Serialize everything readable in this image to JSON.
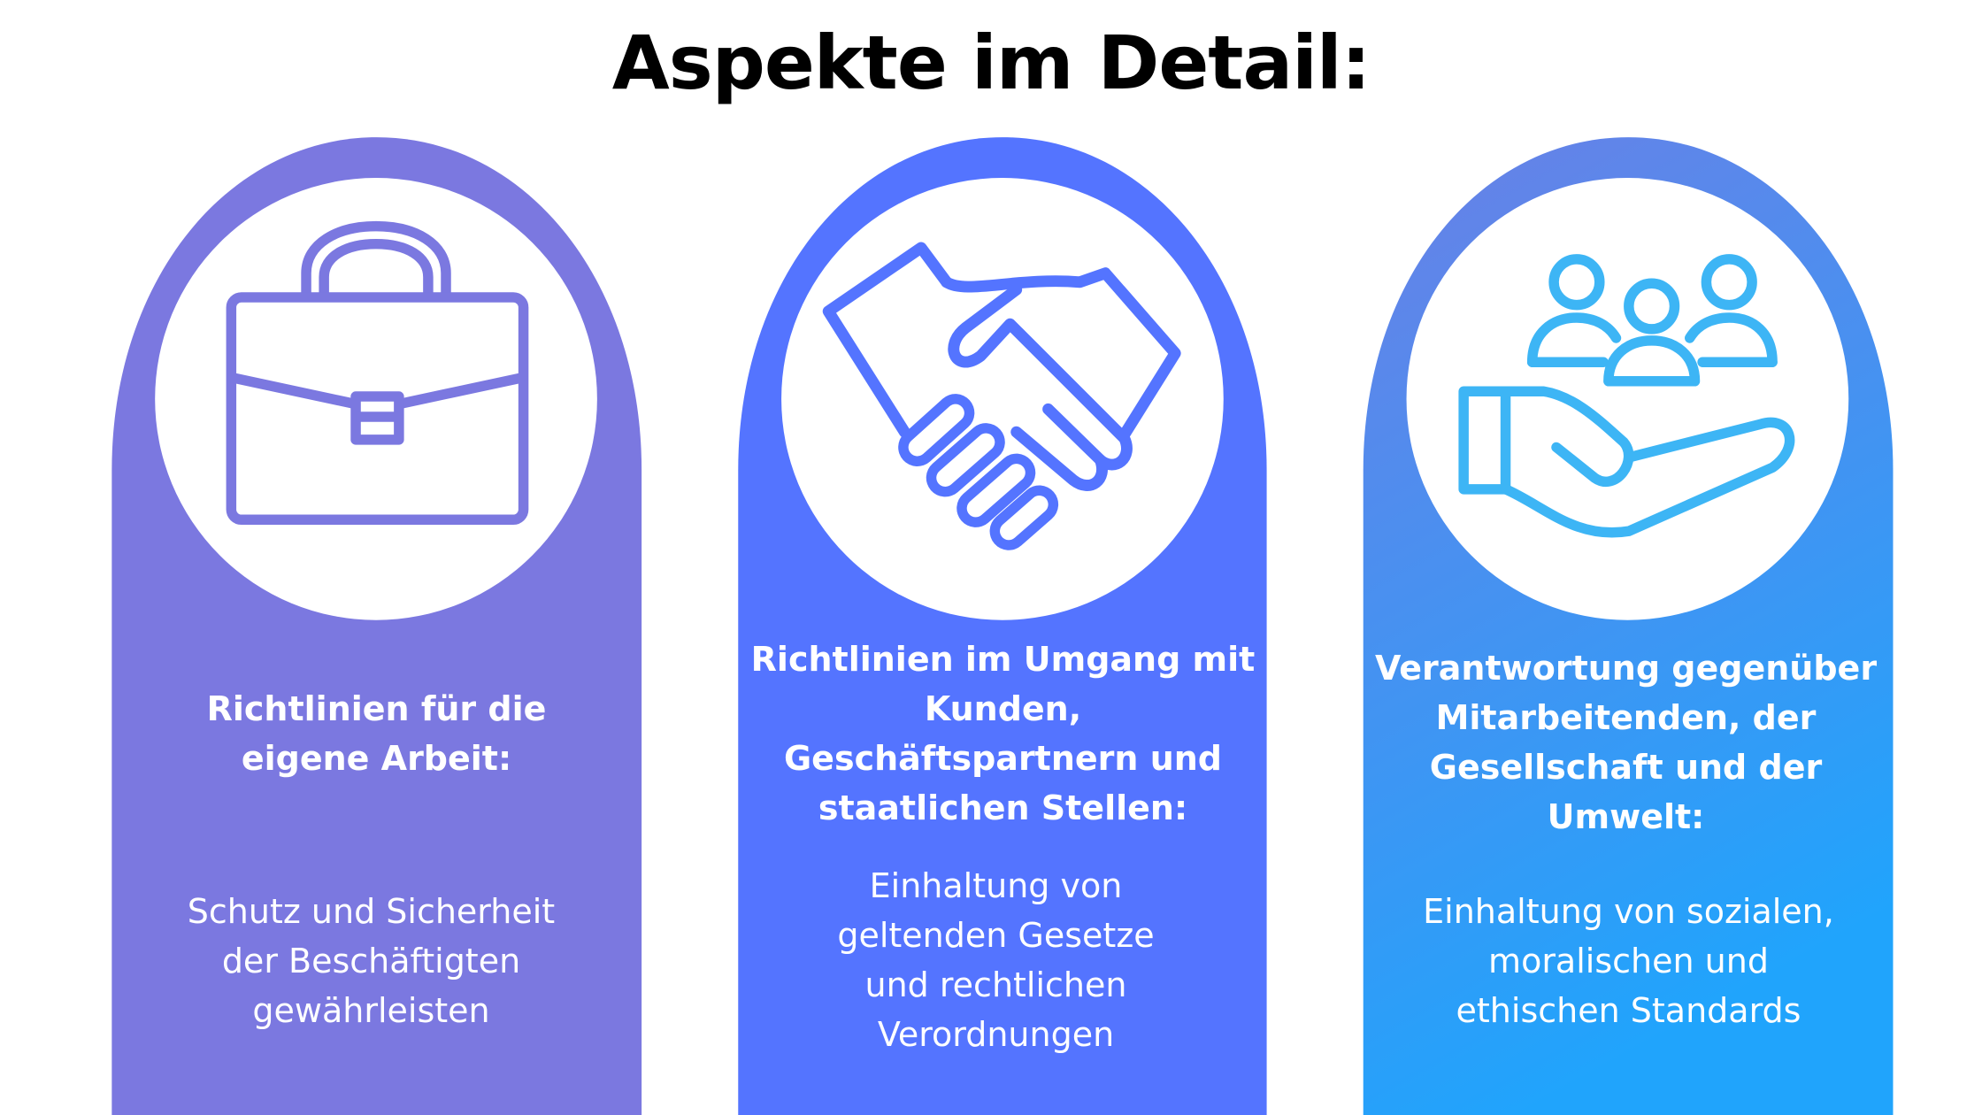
{
  "title": "Aspekte im Detail:",
  "colors": {
    "card1": "#7B78E0",
    "card2": "#5474FF",
    "card3_top": "#6A80E6",
    "card3_bottom": "#20A4FC",
    "icon3": "#3DB5F5"
  },
  "cards": [
    {
      "icon": "briefcase-icon",
      "heading": [
        "Richtlinien für die",
        "eigene Arbeit:"
      ],
      "body": [
        "Schutz und Sicherheit",
        "der Beschäftigten",
        "gewährleisten"
      ]
    },
    {
      "icon": "handshake-icon",
      "heading": [
        "Richtlinien im Umgang mit",
        "Kunden,",
        "Geschäftspartnern und",
        "staatlichen Stellen:"
      ],
      "body": [
        "Einhaltung von",
        "geltenden Gesetze",
        "und rechtlichen",
        "Verordnungen"
      ]
    },
    {
      "icon": "people-in-hand-icon",
      "heading": [
        "Verantwortung gegenüber",
        "Mitarbeitenden, der",
        "Gesellschaft und der",
        "Umwelt:"
      ],
      "body": [
        "Einhaltung von sozialen,",
        "moralischen und",
        "ethischen Standards"
      ]
    }
  ]
}
